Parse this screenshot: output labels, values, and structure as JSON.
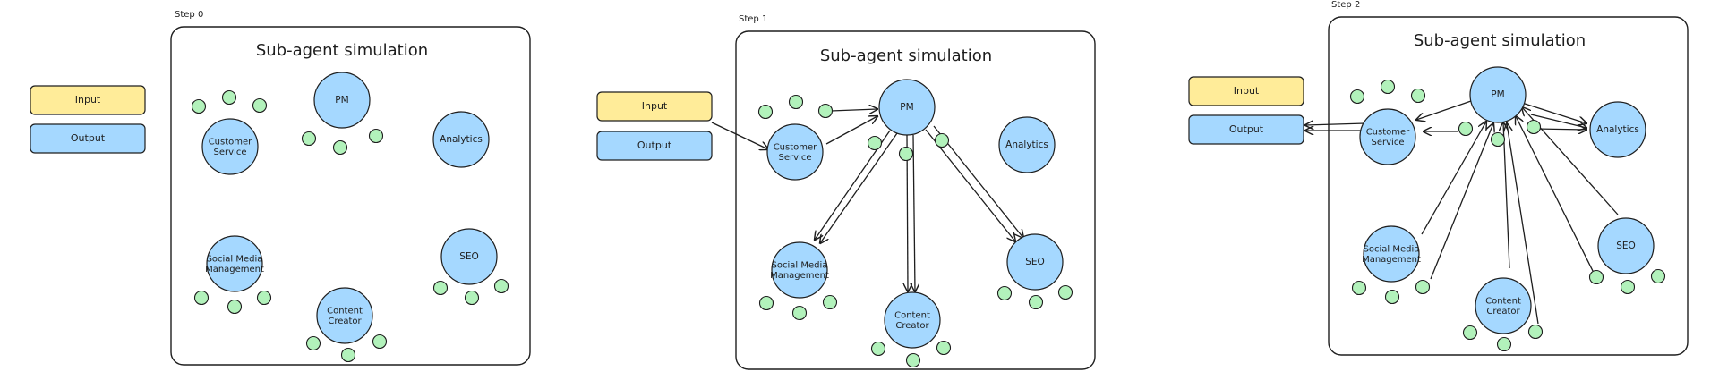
{
  "colors": {
    "agent": "#a5d8ff",
    "input": "#ffec99",
    "output": "#a5d8ff",
    "token": "#b2f2bb",
    "stroke": "#1e1e1e"
  },
  "steps": [
    {
      "step_label": "Step 0",
      "title": "Sub-agent simulation",
      "input_label": "Input",
      "output_label": "Output",
      "agents": {
        "pm": "PM",
        "customer_service": [
          "Customer",
          "Service"
        ],
        "analytics": "Analytics",
        "social_media": [
          "Social Media",
          "Management"
        ],
        "seo": "SEO",
        "content_creator": [
          "Content",
          "Creator"
        ]
      }
    },
    {
      "step_label": "Step 1",
      "title": "Sub-agent simulation",
      "input_label": "Input",
      "output_label": "Output",
      "agents": {
        "pm": "PM",
        "customer_service": [
          "Customer",
          "Service"
        ],
        "analytics": "Analytics",
        "social_media": [
          "Social Media",
          "Management"
        ],
        "seo": "SEO",
        "content_creator": [
          "Content",
          "Creator"
        ]
      }
    },
    {
      "step_label": "Step 2",
      "title": "Sub-agent simulation",
      "input_label": "Input",
      "output_label": "Output",
      "agents": {
        "pm": "PM",
        "customer_service": [
          "Customer",
          "Service"
        ],
        "analytics": "Analytics",
        "social_media": [
          "Social Media",
          "Management"
        ],
        "seo": "SEO",
        "content_creator": [
          "Content",
          "Creator"
        ]
      }
    }
  ]
}
